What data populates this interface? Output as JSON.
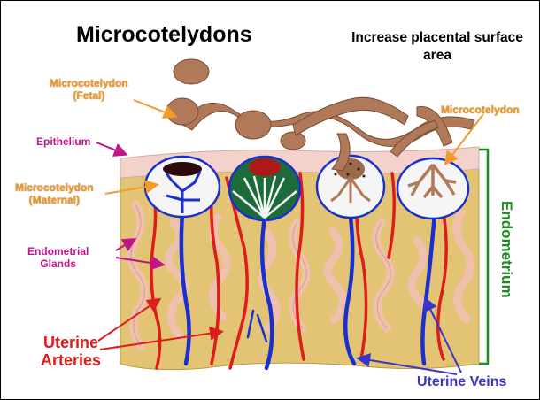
{
  "title": "Microcotelydons",
  "subtitle": "Increase placental surface area",
  "labels": {
    "microcotelydon_fetal": "Microcotelydon\n(Fetal)",
    "epithelium": "Epithelium",
    "microcotelydon_maternal": "Microcotelydon\n(Maternal)",
    "endometrial_glands": "Endometrial\nGlands",
    "uterine_arteries": "Uterine\nArteries",
    "microcotelydon_right": "Microcotelydon",
    "endometrium": "Endometrium",
    "uterine_veins": "Uterine Veins"
  },
  "colors": {
    "tissue": "#e3c475",
    "epithelium": "#f3d2cc",
    "fetal_tissue": "#b07a5a",
    "artery": "#e01b1b",
    "vein": "#1a2fd0",
    "gland": "#f0c0b0",
    "bracket": "#1e8c1e",
    "callout_orange": "#f39a2a",
    "callout_magenta": "#c0158a"
  }
}
